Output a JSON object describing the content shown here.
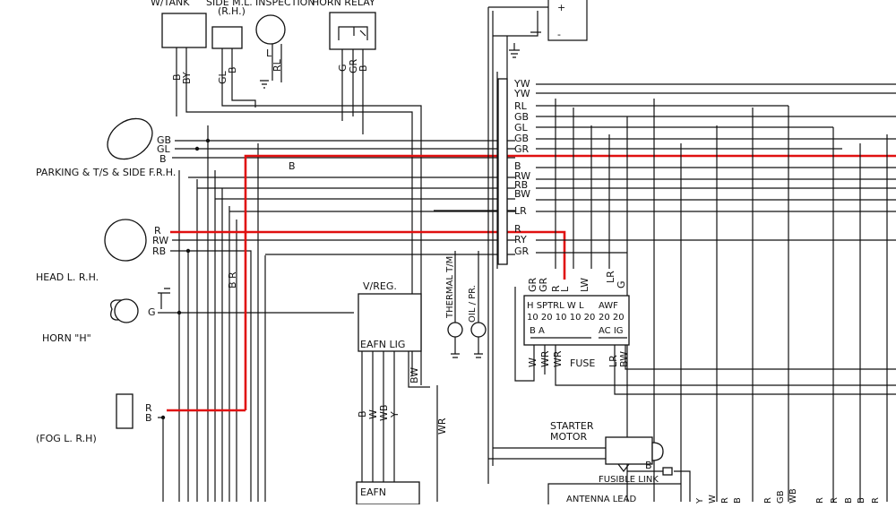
{
  "top_labels": {
    "tank": "W/TANK",
    "side": "SIDE M.L.",
    "side_rh": "(R.H.)",
    "inspection": "INSPECTION",
    "horn_relay": "HORN RELAY"
  },
  "components": {
    "parking": "PARKING & T/S & SIDE F.R.H.",
    "head": "HEAD L. R.H.",
    "horn": "HORN \"H\"",
    "fog": "(FOG L. R.H)",
    "vreg": "V/REG.",
    "thermal": "THERMAL T/M",
    "oil": "OIL / PR.",
    "fuse": "FUSE",
    "starter": "STARTER",
    "motor": "MOTOR",
    "fusible": "FUSIBLE LINK",
    "antenna": "ANTENNA LEAD"
  },
  "wire_codes": {
    "top_box1": [
      "B",
      "BY"
    ],
    "top_box2": [
      "GL",
      "B"
    ],
    "top_l": "L",
    "top_rl": "RL",
    "relay": [
      "G",
      "GR",
      "B"
    ],
    "parking": [
      "GB",
      "GL",
      "B"
    ],
    "head": [
      "R",
      "RW",
      "RB"
    ],
    "horn": "G",
    "fog": [
      "R",
      "B"
    ],
    "b_run": "B",
    "br_vertical": "B R",
    "vreg_terms": "EAFN LIG",
    "vreg_bw": "BW",
    "vreg_bottom": [
      "B",
      "W",
      "WB",
      "Y"
    ],
    "wr": "WR",
    "bus": [
      "YW",
      "YW",
      "RL",
      "GB",
      "GL",
      "GB",
      "GR",
      "B",
      "RW",
      "RB",
      "BW",
      "LR",
      "R",
      "RY",
      "GR"
    ],
    "fuse_top": [
      "GR",
      "GR",
      "R",
      "L",
      "LW"
    ],
    "fuse_right_top": [
      "LR",
      "G"
    ],
    "fuse_bottom": [
      "W",
      "WR",
      "WR",
      "LR",
      "BW"
    ],
    "starter_b": "B",
    "battery": [
      "+",
      "-"
    ],
    "bottom_right": [
      "Y",
      "W",
      "R",
      "B",
      "R",
      "GB",
      "WB",
      "R",
      "R",
      "B",
      "B",
      "R"
    ]
  },
  "fuse_box": {
    "labels": "H SPTRL W L",
    "amps": "10 20 10 10 20",
    "right_labels": "AWF",
    "right_amps": "20 20",
    "ba": "B     A",
    "acig": "AC IG",
    "eafn_bottom": "EAFN"
  }
}
